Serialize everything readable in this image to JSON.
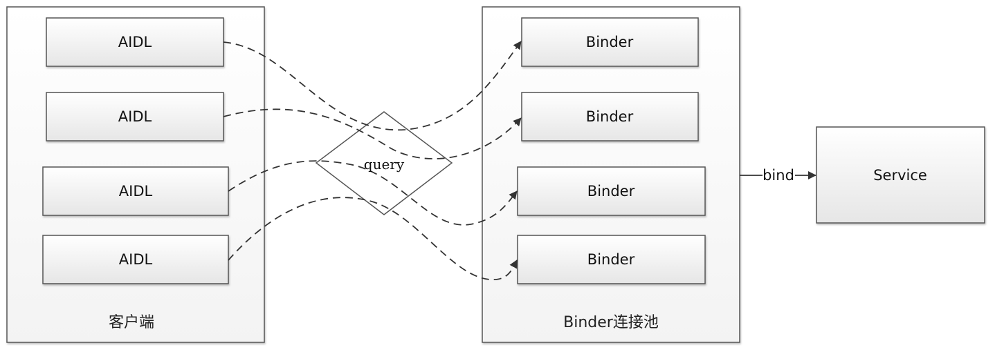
{
  "client": {
    "label": "客户端",
    "aidl_items": [
      {
        "label": "AIDL"
      },
      {
        "label": "AIDL"
      },
      {
        "label": "AIDL"
      },
      {
        "label": "AIDL"
      }
    ]
  },
  "pool": {
    "label": "Binder连接池",
    "binder_items": [
      {
        "label": "Binder"
      },
      {
        "label": "Binder"
      },
      {
        "label": "Binder"
      },
      {
        "label": "Binder"
      }
    ]
  },
  "query": {
    "label": "query"
  },
  "bind": {
    "label": "bind"
  },
  "service": {
    "label": "Service"
  }
}
